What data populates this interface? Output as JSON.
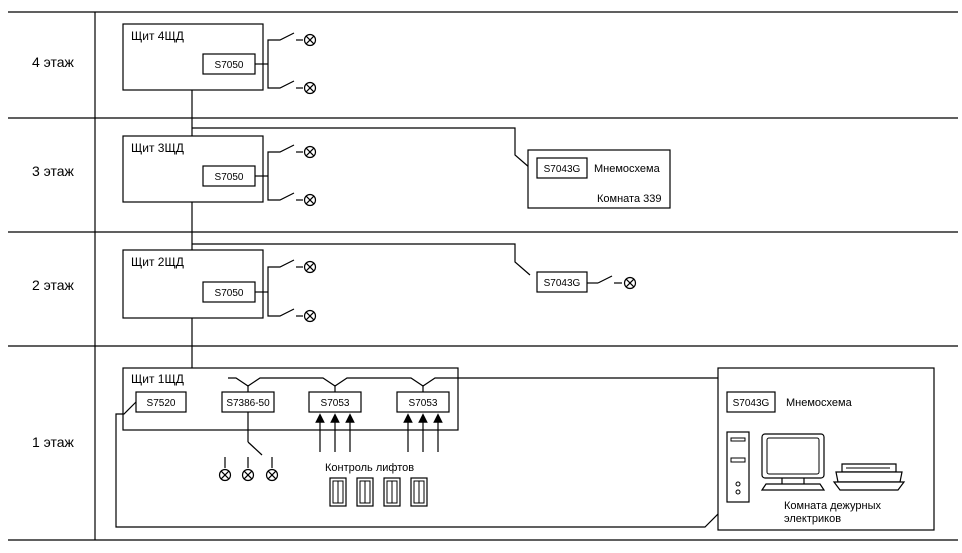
{
  "floors": {
    "f4": "4 этаж",
    "f3": "3 этаж",
    "f2": "2 этаж",
    "f1": "1 этаж"
  },
  "panels": {
    "p4": "Щит 4ЩД",
    "p3": "Щит 3ЩД",
    "p2": "Щит 2ЩД",
    "p1": "Щит 1ЩД"
  },
  "devices": {
    "s7050": "S7050",
    "s7043g": "S7043G",
    "s7520": "S7520",
    "s7386": "S7386-50",
    "s7053": "S7053"
  },
  "labels": {
    "mnemoscheme": "Мнемосхема",
    "room339": "Комната 339",
    "lift_control": "Контроль лифтов",
    "duty_room_line1": "Комната дежурных",
    "duty_room_line2": "электриков"
  }
}
